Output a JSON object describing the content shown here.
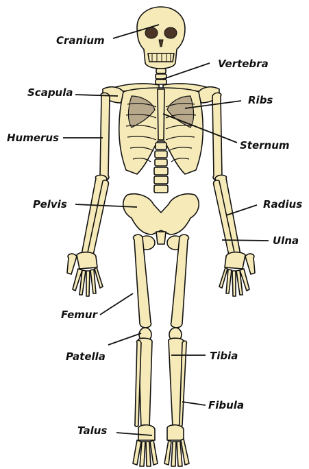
{
  "labels": {
    "cranium": "Cranium",
    "vertebra": "Vertebra",
    "scapula": "Scapula",
    "ribs": "Ribs",
    "humerus": "Humerus",
    "sternum": "Sternum",
    "pelvis": "Pelvis",
    "radius": "Radius",
    "ulna": "Ulna",
    "femur": "Femur",
    "patella": "Patella",
    "tibia": "Tibia",
    "fibula": "Fibula",
    "talus": "Talus"
  },
  "colors": {
    "bone": "#f5eab8",
    "rib_shadow": "#b9a98c",
    "outline": "#111111",
    "background": "#ffffff"
  }
}
